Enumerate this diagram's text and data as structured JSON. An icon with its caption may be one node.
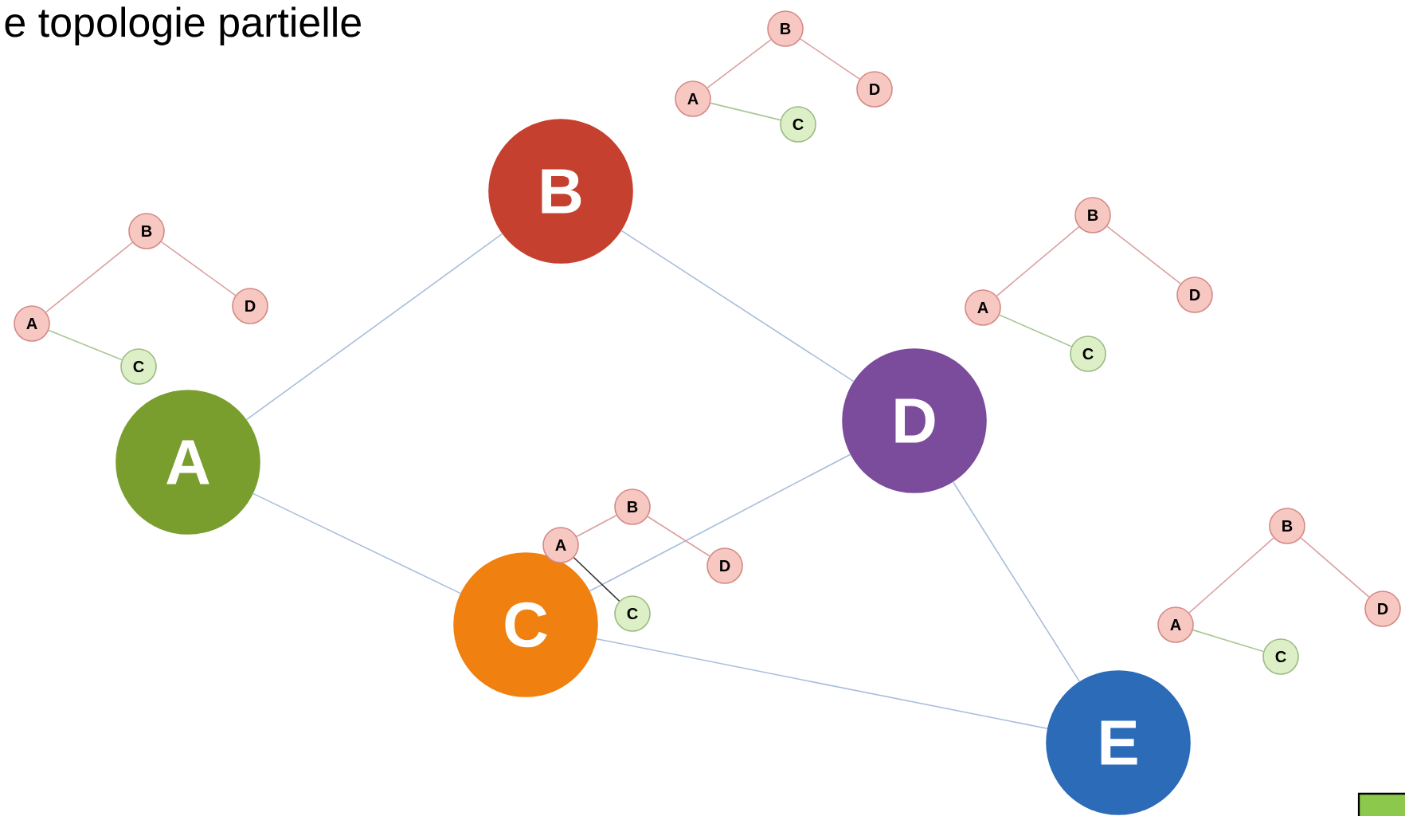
{
  "diagram": {
    "title": "e topologie partielle",
    "nodes": [
      {
        "text": [
          "A"
        ]
      },
      {
        "text": [
          "B"
        ]
      },
      {
        "text": [
          "C"
        ]
      },
      {
        "text": [
          "D"
        ]
      },
      {
        "text": [
          "E"
        ]
      },
      {
        "text": [
          "B"
        ]
      },
      {
        "text": [
          "A"
        ]
      },
      {
        "text": [
          "D"
        ]
      },
      {
        "text": [
          "C"
        ]
      },
      {
        "text": [
          "B"
        ]
      },
      {
        "text": [
          "A"
        ]
      },
      {
        "text": [
          "D"
        ]
      },
      {
        "text": [
          "C"
        ]
      },
      {
        "text": [
          "B"
        ]
      },
      {
        "text": [
          "A"
        ]
      },
      {
        "text": [
          "D"
        ]
      },
      {
        "text": [
          "C"
        ]
      },
      {
        "text": [
          "B"
        ]
      },
      {
        "text": [
          "A"
        ]
      },
      {
        "text": [
          "D"
        ]
      },
      {
        "text": [
          "C"
        ]
      },
      {
        "text": [
          "B"
        ]
      },
      {
        "text": [
          "A"
        ]
      },
      {
        "text": [
          "D"
        ]
      },
      {
        "text": [
          "C"
        ]
      }
    ],
    "edges": [
      {
        "from": 0,
        "to": 1,
        "arrow": "none",
        "color": "#a9bddc"
      },
      {
        "from": 1,
        "to": 3,
        "arrow": "none",
        "color": "#a9bddc"
      },
      {
        "from": 0,
        "to": 2,
        "arrow": "none",
        "color": "#a9bddc"
      },
      {
        "from": 2,
        "to": 3,
        "arrow": "none",
        "color": "#a9bddc"
      },
      {
        "from": 3,
        "to": 4,
        "arrow": "none",
        "color": "#a9bddc"
      },
      {
        "from": 2,
        "to": 4,
        "arrow": "none",
        "color": "#a9bddc"
      },
      {
        "from": 6,
        "to": 5,
        "arrow": "none",
        "color": "#dba0a0"
      },
      {
        "from": 5,
        "to": 7,
        "arrow": "none",
        "color": "#dba0a0"
      },
      {
        "from": 6,
        "to": 8,
        "arrow": "none",
        "color": "#a9c796"
      },
      {
        "from": 10,
        "to": 9,
        "arrow": "none",
        "color": "#dba0a0"
      },
      {
        "from": 9,
        "to": 11,
        "arrow": "none",
        "color": "#dba0a0"
      },
      {
        "from": 10,
        "to": 12,
        "arrow": "none",
        "color": "#a9c796"
      },
      {
        "from": 14,
        "to": 13,
        "arrow": "none",
        "color": "#dba0a0"
      },
      {
        "from": 13,
        "to": 15,
        "arrow": "none",
        "color": "#dba0a0"
      },
      {
        "from": 14,
        "to": 16,
        "arrow": "none",
        "color": "#a9c796"
      },
      {
        "from": 18,
        "to": 17,
        "arrow": "none",
        "color": "#dba0a0"
      },
      {
        "from": 17,
        "to": 19,
        "arrow": "none",
        "color": "#dba0a0"
      },
      {
        "from": 18,
        "to": 20,
        "arrow": "none",
        "color": "#333333"
      },
      {
        "from": 22,
        "to": 21,
        "arrow": "none",
        "color": "#dba0a0"
      },
      {
        "from": 21,
        "to": 23,
        "arrow": "none",
        "color": "#dba0a0"
      },
      {
        "from": 22,
        "to": 24,
        "arrow": "none",
        "color": "#a9c796"
      }
    ]
  }
}
